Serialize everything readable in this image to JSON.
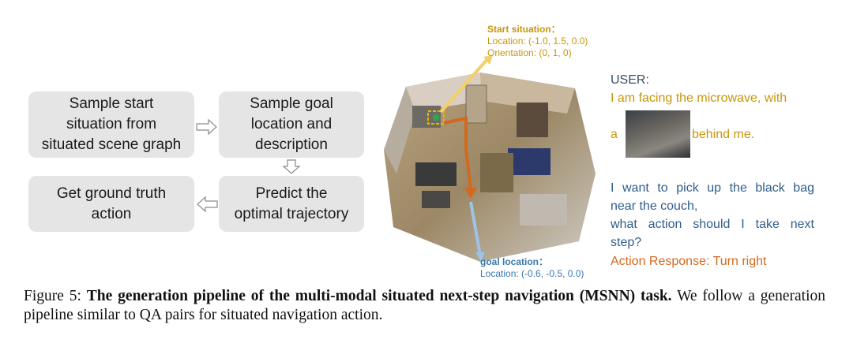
{
  "pipeline": {
    "step1": "Sample start\nsituation from\nsituated scene graph",
    "step2": "Sample goal\nlocation and\ndescription",
    "step3": "Get ground truth\naction",
    "step4": "Predict the\noptimal trajectory"
  },
  "start_annotation": {
    "title": "Start situation：",
    "location": "Location:  (-1.0,  1.5,  0.0)",
    "orientation": "Orientation: (0, 1, 0)"
  },
  "goal_annotation": {
    "title": "goal location：",
    "location": "Location: (-0.6, -0.5, 0.0)"
  },
  "dialogue": {
    "user_label": "USER:",
    "line1": "I am facing the microwave, with",
    "line2_prefix": "a",
    "line2_suffix": "behind me.",
    "question_lines": [
      "I want to pick up the black bag",
      "near the couch,",
      "what action should I take next",
      "step?"
    ],
    "response": "Action Response: Turn right"
  },
  "caption": {
    "label": "Figure 5:",
    "bold": "The generation pipeline of the multi-modal situated next-step navigation (MSNN) task.",
    "rest": "We follow a generation pipeline similar to QA pairs for situated navigation action."
  },
  "colors": {
    "start": "#c8960a",
    "goal": "#3a78b0",
    "path": "#d2691e",
    "box": "#e5e5e5"
  }
}
